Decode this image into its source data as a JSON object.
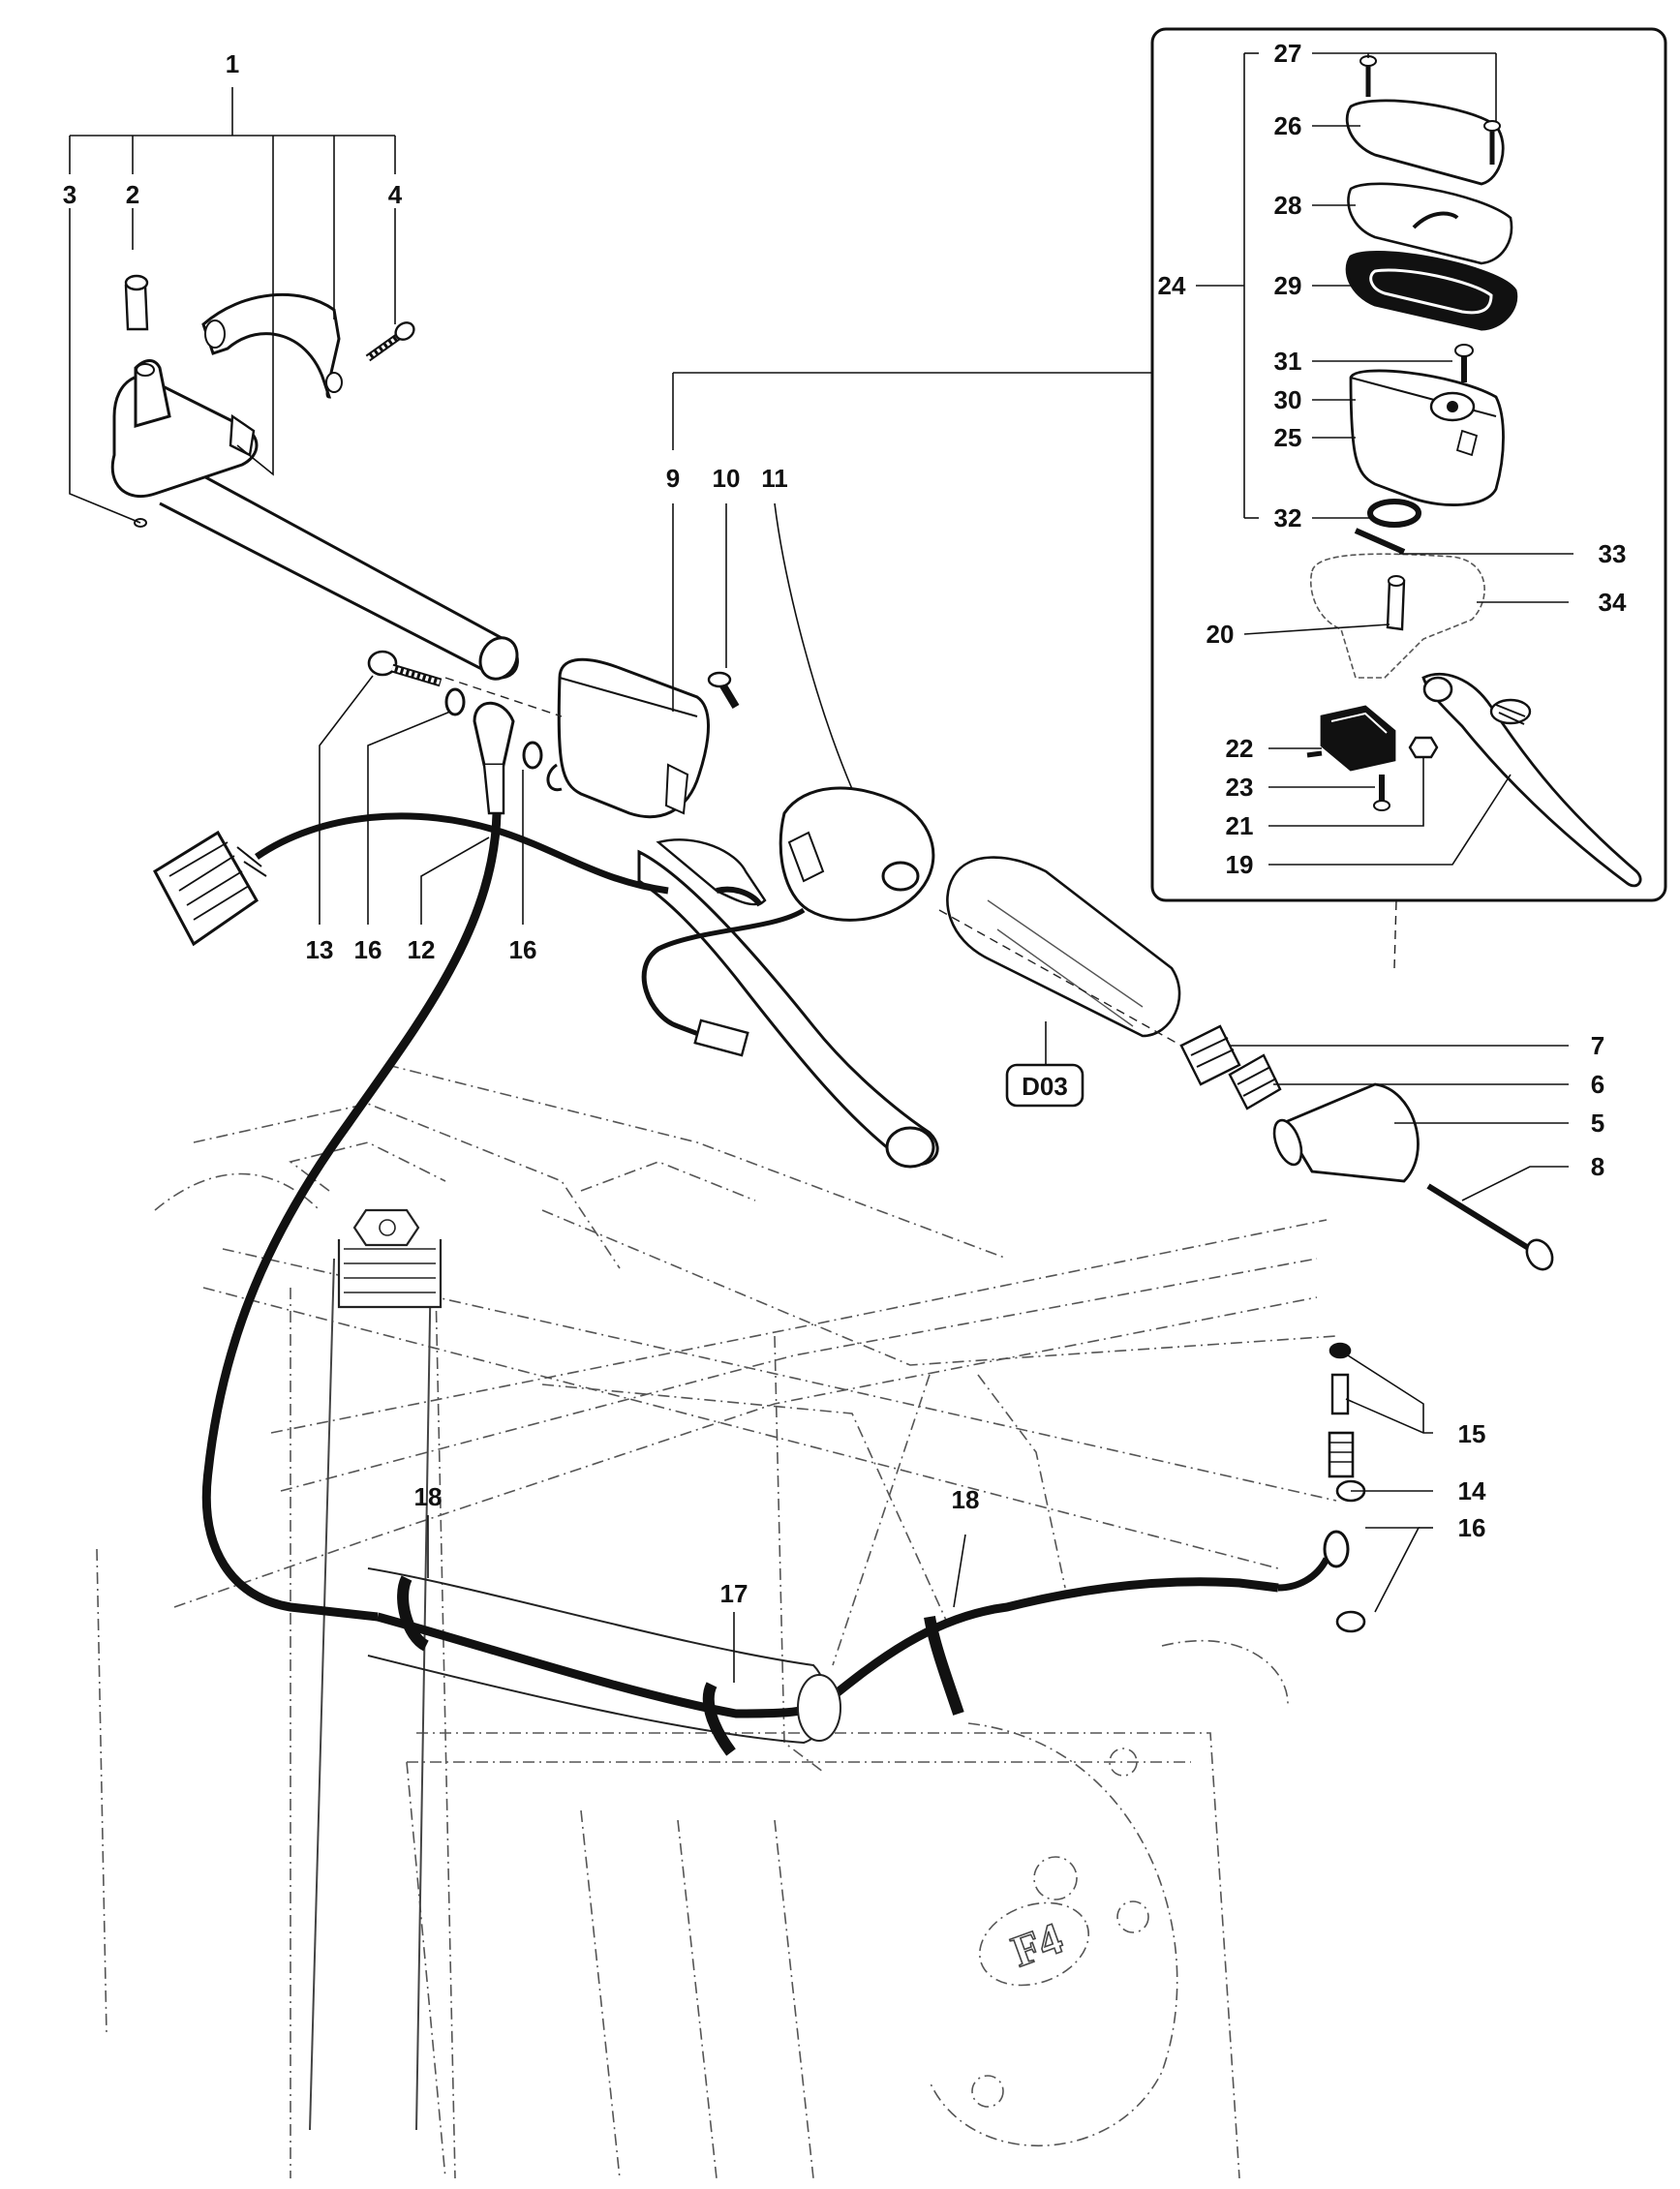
{
  "callouts": {
    "c1": "1",
    "c2": "2",
    "c3": "3",
    "c4": "4",
    "c5": "5",
    "c6": "6",
    "c7": "7",
    "c8": "8",
    "c9": "9",
    "c10": "10",
    "c11": "11",
    "c12": "12",
    "c13": "13",
    "c14": "14",
    "c15": "15",
    "c16a": "16",
    "c16b": "16",
    "c16c": "16",
    "c17": "17",
    "c18a": "18",
    "c18b": "18",
    "c19": "19",
    "c20": "20",
    "c21": "21",
    "c22": "22",
    "c23": "23",
    "c24": "24",
    "c25": "25",
    "c26": "26",
    "c27": "27",
    "c28": "28",
    "c29": "29",
    "c30": "30",
    "c31": "31",
    "c32": "32",
    "c33": "33",
    "c34": "34"
  },
  "reference_tag": "D03",
  "engine_logo": "F4",
  "colors": {
    "ink": "#111111",
    "paper": "#ffffff",
    "ghost": "#555555"
  }
}
